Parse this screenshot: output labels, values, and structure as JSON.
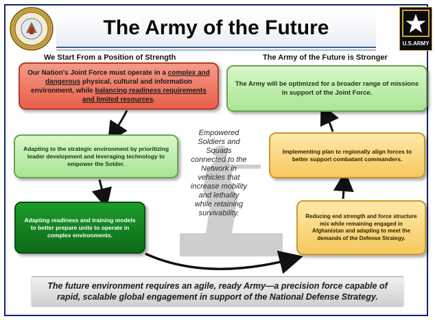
{
  "slide": {
    "title": "The Army of the Future",
    "left_heading": "We Start From a Position of Strength",
    "right_heading": "The Army of the Future is Stronger",
    "logo_text": "U.S.ARMY",
    "boxes": {
      "top_left_p1": "Our Nation's Joint Force must operate in a ",
      "top_left_u1": "complex and dangerous",
      "top_left_p2": " physical, cultural and information environment, while ",
      "top_left_u2": "balancing readiness requirements and limited resources",
      "top_left_p3": ".",
      "mid_left": "Adapting to the strategic environment by prioritizing leader development and leveraging technology to empower the Solder.",
      "bottom_left": "Adapting readiness and training models to better prepare units to operate in complex environments.",
      "top_right": "The Army will be optimized for a broader range of missions in support of the Joint Force.",
      "mid_right": "Implementing plan to regionally align forces to better support combatant commanders.",
      "bottom_right": "Reducing end strength and force structure mix while remaining engaged in Afghanistan and adapting to meet the demands of the Defense Strategy."
    },
    "center_text": "Empowered Soldiers and Squads connected to the Network in vehicles that increase mobility and lethality while retaining survivability.",
    "footer_line1": "The future environment requires an agile, ready Army—a precision force capable of",
    "footer_line2": "rapid, scalable global engagement in support of the National Defense Strategy.",
    "colors": {
      "red_box": "#e85f4a",
      "light_green_box": "#a9e596",
      "dark_green_box": "#0d6a18",
      "yellow_box": "#f7c85e",
      "frame": "#0f2466",
      "logo_gold": "#d2a53a"
    },
    "icons": [
      "army-seal-icon",
      "army-star-logo-icon",
      "soldier-silhouette-icon",
      "flow-arrow-icon"
    ]
  }
}
